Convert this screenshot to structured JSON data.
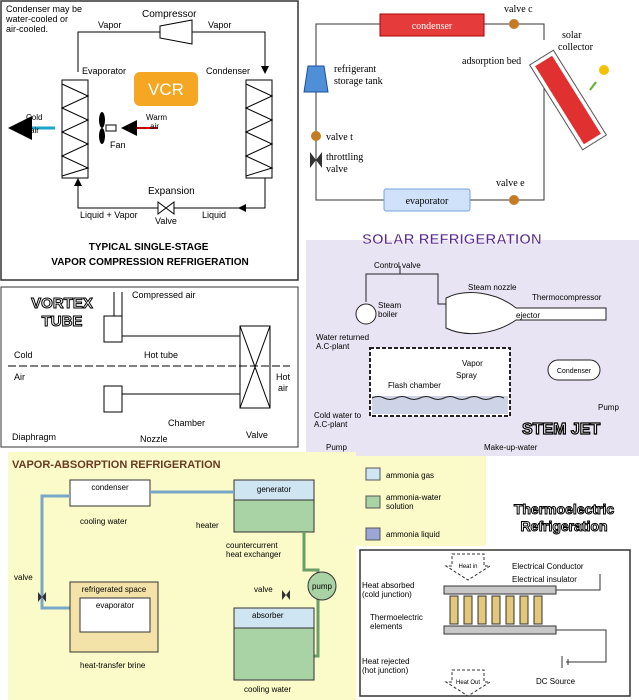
{
  "vcr": {
    "note": [
      "Condenser may be",
      "water-cooled or",
      "air-cooled."
    ],
    "compressor": "Compressor",
    "vapor_left": "Vapor",
    "vapor_right": "Vapor",
    "evaporator": "Evaporator",
    "condenser": "Condenser",
    "badge": "VCR",
    "warm_air": [
      "Warm",
      "air"
    ],
    "cold_air": [
      "Cold",
      "air"
    ],
    "fan": "Fan",
    "expansion": "Expansion",
    "valve": "Valve",
    "liquid_vapor": "Liquid + Vapor",
    "liquid": "Liquid",
    "title": [
      "TYPICAL SINGLE-STAGE",
      "VAPOR COMPRESSION REFRIGERATION"
    ]
  },
  "solar": {
    "condenser": "condenser",
    "valve_c": "valve c",
    "solar_collector": [
      "solar",
      "collector"
    ],
    "tank": [
      "refrigerant",
      "storage tank"
    ],
    "adsorption_bed": "adsorption bed",
    "valve_t": "valve t",
    "throttling": [
      "throttling",
      "valve"
    ],
    "valve_e": "valve e",
    "evaporator": "evaporator",
    "title": "SOLAR REFRIGERATION"
  },
  "steam": {
    "control_valve": "Control valve",
    "steam_nozzle": "Steam nozzle",
    "thermocompressor": "Thermocompressor",
    "steam_boiler": [
      "Steam",
      "boiler"
    ],
    "ejector": "ejector",
    "water_returned": [
      "Water returned",
      "A.C-plant"
    ],
    "vapor": "Vapor",
    "spray": "Spray",
    "flash_chamber": "Flash chamber",
    "condenser": "Condenser",
    "pump_right": "Pump",
    "cold_water": [
      "Cold water to",
      "A.C-plant"
    ],
    "pump_left": "Pump",
    "makeup": "Make-up-water",
    "title": "STEM JET"
  },
  "vortex": {
    "title": [
      "VORTEX",
      "TUBE"
    ],
    "compressed_air": "Compressed air",
    "cold_air": [
      "Cold",
      "Air"
    ],
    "hot_tube": "Hot tube",
    "hot_air": [
      "Hot",
      "air"
    ],
    "chamber": "Chamber",
    "diaphragm": "Diaphragm",
    "nozzle": "Nozzle",
    "valve": "Valve"
  },
  "absorption": {
    "title": "VAPOR-ABSORPTION REFRIGERATION",
    "legend": [
      {
        "label": [
          "ammonia gas"
        ],
        "color": "#cfe6f2"
      },
      {
        "label": [
          "ammonia-water",
          "solution"
        ],
        "color": "#a9d3a4"
      },
      {
        "label": [
          "ammonia liquid"
        ],
        "color": "#9aa6d6"
      }
    ],
    "condenser": "condenser",
    "generator": "generator",
    "cooling_water_top": "cooling water",
    "heater": "heater",
    "countercurrent": [
      "countercurrent",
      "heat exchanger"
    ],
    "valve_left": "valve",
    "refrigerated_space": "refrigerated space",
    "evaporator": "evaporator",
    "valve_mid": "valve",
    "pump": "pump",
    "absorber": "absorber",
    "brine": "heat-transfer brine",
    "cooling_water_bottom": "cooling water"
  },
  "thermo": {
    "title": [
      "Thermoelectric",
      "Refrigeration"
    ],
    "heat_in": "Heat in",
    "electrical_conductor": "Electrical Conductor",
    "electrical_insulator": "Electrical insulator",
    "heat_absorbed": [
      "Heat absorbed",
      "(cold junction)"
    ],
    "elements": [
      "Thermoelectric",
      "elements"
    ],
    "heat_rejected": [
      "Heat rejected",
      "(hot junction)"
    ],
    "heat_out": "Heat Out",
    "dc_source": "DC Source"
  },
  "colors": {
    "vcr_badge": "#f5a623",
    "solar_bg": "#e8e4f4",
    "title_purple": "#5a2d91",
    "absorption_bg": "#fafbc8",
    "absorption_title": "#6b3a22"
  }
}
